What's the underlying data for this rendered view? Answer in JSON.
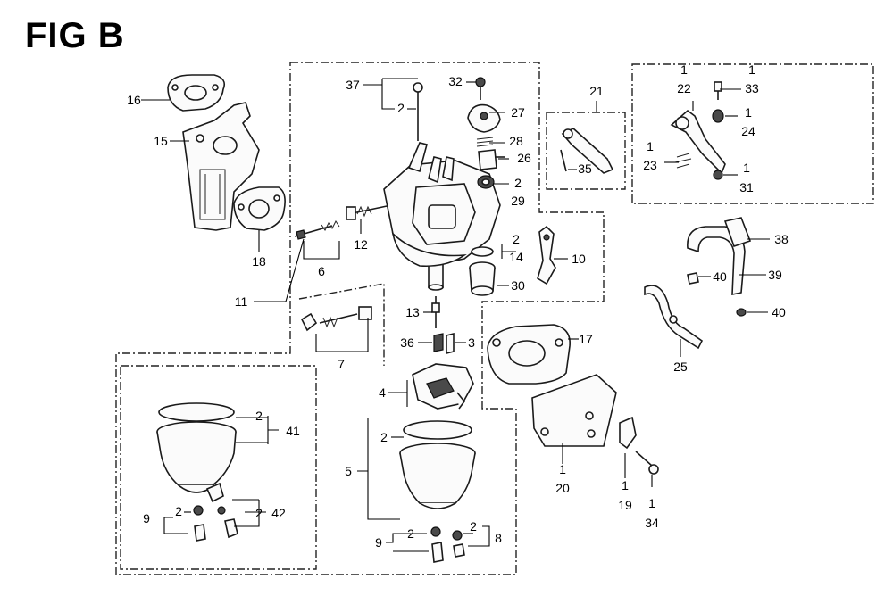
{
  "figure": {
    "title": "FIG B"
  },
  "callouts": {
    "c1_22": "1",
    "c22": "22",
    "c1_33": "1",
    "c33": "33",
    "c21": "21",
    "c37": "37",
    "c2_37": "2",
    "c32": "32",
    "c27": "27",
    "c16": "16",
    "c15": "15",
    "c28": "28",
    "c26": "26",
    "c2_29": "2",
    "c29": "29",
    "c35": "35",
    "c1_24": "1",
    "c24": "24",
    "c1_23": "1",
    "c23": "23",
    "c1_31": "1",
    "c31": "31",
    "c38": "38",
    "c2_14": "2",
    "c14": "14",
    "c10": "10",
    "c18": "18",
    "c12": "12",
    "c6": "6",
    "c30": "30",
    "c40a": "40",
    "c39": "39",
    "c11": "11",
    "c13": "13",
    "c40b": "40",
    "c36": "36",
    "c3": "3",
    "c17": "17",
    "c7": "7",
    "c25": "25",
    "c4": "4",
    "c2_41": "2",
    "c41": "41",
    "c2_5": "2",
    "c5": "5",
    "c1_20": "1",
    "c20": "20",
    "c2_42": "2",
    "c42": "42",
    "c9a": "9",
    "c2_9a": "2",
    "c1_19": "1",
    "c19": "19",
    "c1_34": "1",
    "c34": "34",
    "c9b": "9",
    "c2_9b": "2",
    "c2_8": "2",
    "c8": "8"
  }
}
